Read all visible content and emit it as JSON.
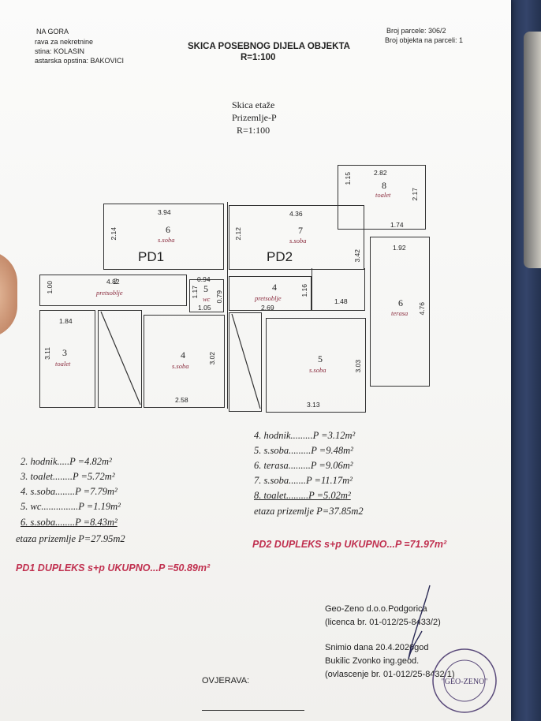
{
  "header": {
    "left_lines": [
      "NA GORA",
      "rava za nekretnine",
      "stina: KOLASIN",
      "astarska opstina: BAKOVICI"
    ],
    "title": "SKICA POSEBNOG DIJELA OBJEKTA",
    "scale": "R=1:100",
    "parcel": "Broj parcele: 306/2",
    "objects": "Broj objekta na parceli: 1"
  },
  "subheader": {
    "line1": "Skica etaže",
    "line2": "Prizemlje-P",
    "line3": "R=1:100"
  },
  "plan": {
    "pd1_label": "PD1",
    "pd2_label": "PD2",
    "rooms": {
      "pd1_6": {
        "no": "6",
        "name": "s.soba",
        "w": "3.94",
        "h": "2.14"
      },
      "pd1_2": {
        "no": "2",
        "name": "pretsoblje",
        "w": "4.82",
        "h": "1.00"
      },
      "pd1_5": {
        "no": "5",
        "name": "wc",
        "w_top": "0.94",
        "w_bot": "1.05",
        "h_left": "1.17",
        "h_right": "0.79"
      },
      "pd1_3": {
        "no": "3",
        "name": "toalet",
        "w": "1.84",
        "h": "3.11"
      },
      "pd1_4": {
        "no": "4",
        "name": "s.soba",
        "w": "2.58",
        "h": "3.02"
      },
      "pd2_7": {
        "no": "7",
        "name": "s.soba",
        "w": "4.36",
        "h": "2.12",
        "h_right": "3.42"
      },
      "pd2_8": {
        "no": "8",
        "name": "toalet",
        "w": "2.82",
        "h_left": "1.15",
        "h_right": "2.17",
        "w_bot": "1.74"
      },
      "pd2_4": {
        "no": "4",
        "name": "pretsoblje",
        "w": "2.69",
        "h": "1.16",
        "w_ext": "1.48"
      },
      "pd2_5": {
        "no": "5",
        "name": "s.soba",
        "w": "3.13",
        "h": "3.03"
      },
      "pd2_6": {
        "no": "6",
        "name": "terasa",
        "w": "1.92",
        "h": "4.76"
      }
    }
  },
  "areas_pd1": [
    "2. hodnik.....P =4.82m²",
    "3. toalet........P =5.72m²",
    "4. s.soba........P =7.79m²",
    "5. wc...............P =1.19m²",
    "6. s.soba........P =8.43m²"
  ],
  "etaza_pd1": "etaza prizemlje P=27.95m2",
  "total_pd1": "PD1 DUPLEKS s+p  UKUPNO...P =50.89m²",
  "areas_pd2": [
    "4. hodnik.........P =3.12m²",
    "5. s.soba.........P =9.48m²",
    "6. terasa.........P =9.06m²",
    "7. s.soba.......P =11.17m²",
    "8. toalet.........P =5.02m²"
  ],
  "etaza_pd2": "etaza prizemlje P=37.85m2",
  "total_pd2": "PD2 DUPLEKS s+p  UKUPNO...P =71.97m²",
  "signature": {
    "company": "Geo-Zeno d.o.o.Podgorica",
    "licence": "(licenca br. 01-012/25-8433/2)",
    "date": "Snimio dana 20.4.2026god",
    "person": "Bukilic Zvonko ing.geod.",
    "auth": "(ovlascenje br. 01-012/25-8432/1)",
    "ovjerava": "OVJERAVA:",
    "stamp_text": "\"GEO-ZENO\""
  }
}
